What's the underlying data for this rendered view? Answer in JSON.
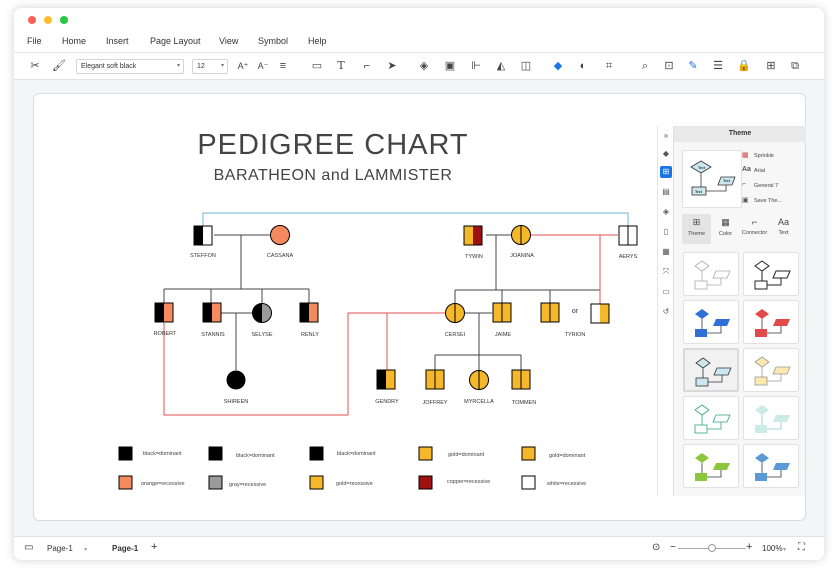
{
  "window": {
    "colors": {
      "close": "#ff5f57",
      "minimize": "#febc2e",
      "maximize": "#28c840",
      "accent": "#1a73e8"
    }
  },
  "menu": [
    "File",
    "Home",
    "Insert",
    "Page Layout",
    "View",
    "Symbol",
    "Help"
  ],
  "toolbar": {
    "font_name": "Elegant soft black",
    "font_size": "12",
    "icons": [
      "scissors-icon",
      "format-painter-icon",
      "font-grow-icon",
      "font-shrink-icon",
      "align-icon",
      "rectangle-icon",
      "text-icon",
      "connector-icon",
      "pointer-icon",
      "layers-icon",
      "group-icon",
      "align-left-icon",
      "flip-icon",
      "arrange-icon",
      "fill-icon",
      "shape-style-icon",
      "crop-icon",
      "search-icon",
      "find-replace-icon",
      "line-color-icon",
      "line-style-icon",
      "lock-icon",
      "focus-icon",
      "more-icon"
    ]
  },
  "chart": {
    "title": "PEDIGREE  CHART",
    "subtitle": "BARATHEON  and  LAMMISTER",
    "names": {
      "steffon": "STEFFON",
      "cassana": "CASSANA",
      "tywin": "TYWIN",
      "joanina": "JOANINA",
      "aerys": "AERYS",
      "robert": "ROBERT",
      "stannis": "STANNIS",
      "selyse": "SELYSE",
      "renly": "RENLY",
      "cersei": "CERSEI",
      "jaime": "JAIME",
      "tyrion": "TYRION",
      "or_label": "or",
      "shireen": "SHIREEN",
      "gendry": "GENDRY",
      "joffrey": "JOFFREY",
      "myrcella": "MYRCELLA",
      "tommen": "TOMMEN"
    },
    "colors": {
      "black": "#000000",
      "orange": "#f58a5e",
      "gray": "#9a9a9a",
      "gold": "#f5b82a",
      "copper": "#a01010",
      "white": "#ffffff",
      "red_line": "#e05050",
      "blue_line": "#6ab4d8"
    },
    "legend": [
      {
        "label": "black=dominant",
        "color": "#000000"
      },
      {
        "label": "black=dominant",
        "color": "#000000"
      },
      {
        "label": "black=dominant",
        "color": "#000000"
      },
      {
        "label": "gold=dominant",
        "color": "#f5b82a"
      },
      {
        "label": "gold=dominant",
        "color": "#f5b82a"
      },
      {
        "label": "orange=recessive",
        "color": "#f58a5e"
      },
      {
        "label": "gray=recessive",
        "color": "#9a9a9a"
      },
      {
        "label": "gold=recessive",
        "color": "#f5b82a"
      },
      {
        "label": "copper=recessive",
        "color": "#a01010"
      },
      {
        "label": "white=recessive",
        "color": "#ffffff"
      }
    ]
  },
  "side_icons": [
    "expand-panel-icon",
    "fill-icon",
    "theme-icon",
    "image-icon",
    "layers-icon",
    "page-icon",
    "data-icon",
    "fit-icon",
    "presentation-icon",
    "history-icon"
  ],
  "panel": {
    "title": "Theme",
    "options": [
      "Sprinkle",
      "Arial",
      "General 7",
      "Save The..."
    ],
    "tabs": [
      "Theme",
      "Color",
      "Connector",
      "Text"
    ],
    "preview_labels": [
      "Text",
      "Text",
      "Text"
    ]
  },
  "status": {
    "page_dropdown": "Page-1",
    "page_tab": "Page-1",
    "add": "+",
    "zoom": "100%",
    "zoom_minus": "−",
    "zoom_plus": "+"
  }
}
